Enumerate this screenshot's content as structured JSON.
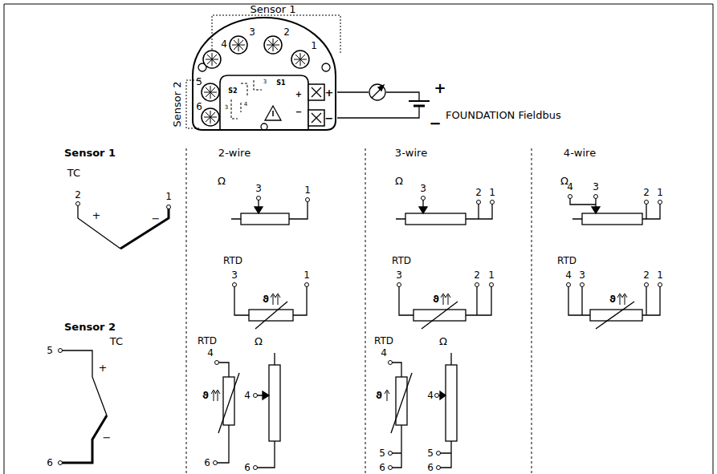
{
  "diagram": {
    "labels": [
      "Sensor 1",
      "Sensor 2",
      "4",
      "3",
      "2",
      "1",
      "5",
      "6",
      "S1",
      "S2",
      "4",
      "3",
      "3",
      "+",
      "−",
      "+",
      "−",
      "+",
      "−",
      "FOUNDATION Fieldbus",
      "Sensor 1",
      "TC",
      "2-wire",
      "3-wire",
      "4-wire",
      "2",
      "1",
      "+",
      "−",
      "Ω",
      "3",
      "1",
      "RTD",
      "3",
      "1",
      "ϑ",
      "Ω",
      "3",
      "2",
      "1",
      "RTD",
      "3",
      "2",
      "1",
      "ϑ",
      "Ω",
      "4",
      "3",
      "2",
      "1",
      "RTD",
      "4",
      "3",
      "2",
      "1",
      "ϑ",
      "Sensor 2",
      "TC",
      "5",
      "+",
      "−",
      "6",
      "RTD",
      "Ω",
      "4",
      "ϑ",
      "6",
      "4",
      "6",
      "RTD",
      "Ω",
      "4",
      "ϑ",
      "5",
      "6",
      "4",
      "5",
      "6"
    ]
  }
}
